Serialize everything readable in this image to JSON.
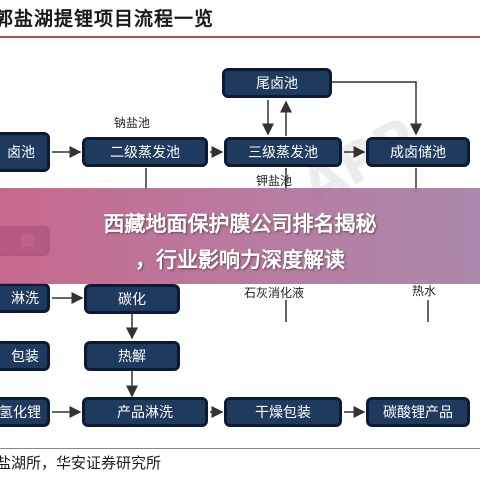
{
  "title": "郭盐湖提锂项目流程一览",
  "watermark": "APP",
  "nodes": {
    "tail_pond": "尾卤池",
    "left_top": "卤池",
    "stage2": "二级蒸发池",
    "stage3": "三级蒸发池",
    "brine_storage": "成卤储池",
    "left_mid": "酸",
    "left_wash": "淋洗",
    "carbonize": "碳化",
    "left_pack": "包装",
    "pyrolysis": "热解",
    "left_bottom": "氢化锂",
    "product_wash": "产品淋洗",
    "dry_pack": "干燥包装",
    "lithium_carbonate": "碳酸锂产品"
  },
  "labels": {
    "sodium_pond": "钠盐池",
    "potassium_pond": "钾盐池",
    "lime_solution": "石灰消化液",
    "hot_water": "热水"
  },
  "banner": {
    "line1": "西藏地面保护膜公司排名揭秘",
    "line2": "，行业影响力深度解读"
  },
  "source": "盐湖所，华安证券研究所"
}
